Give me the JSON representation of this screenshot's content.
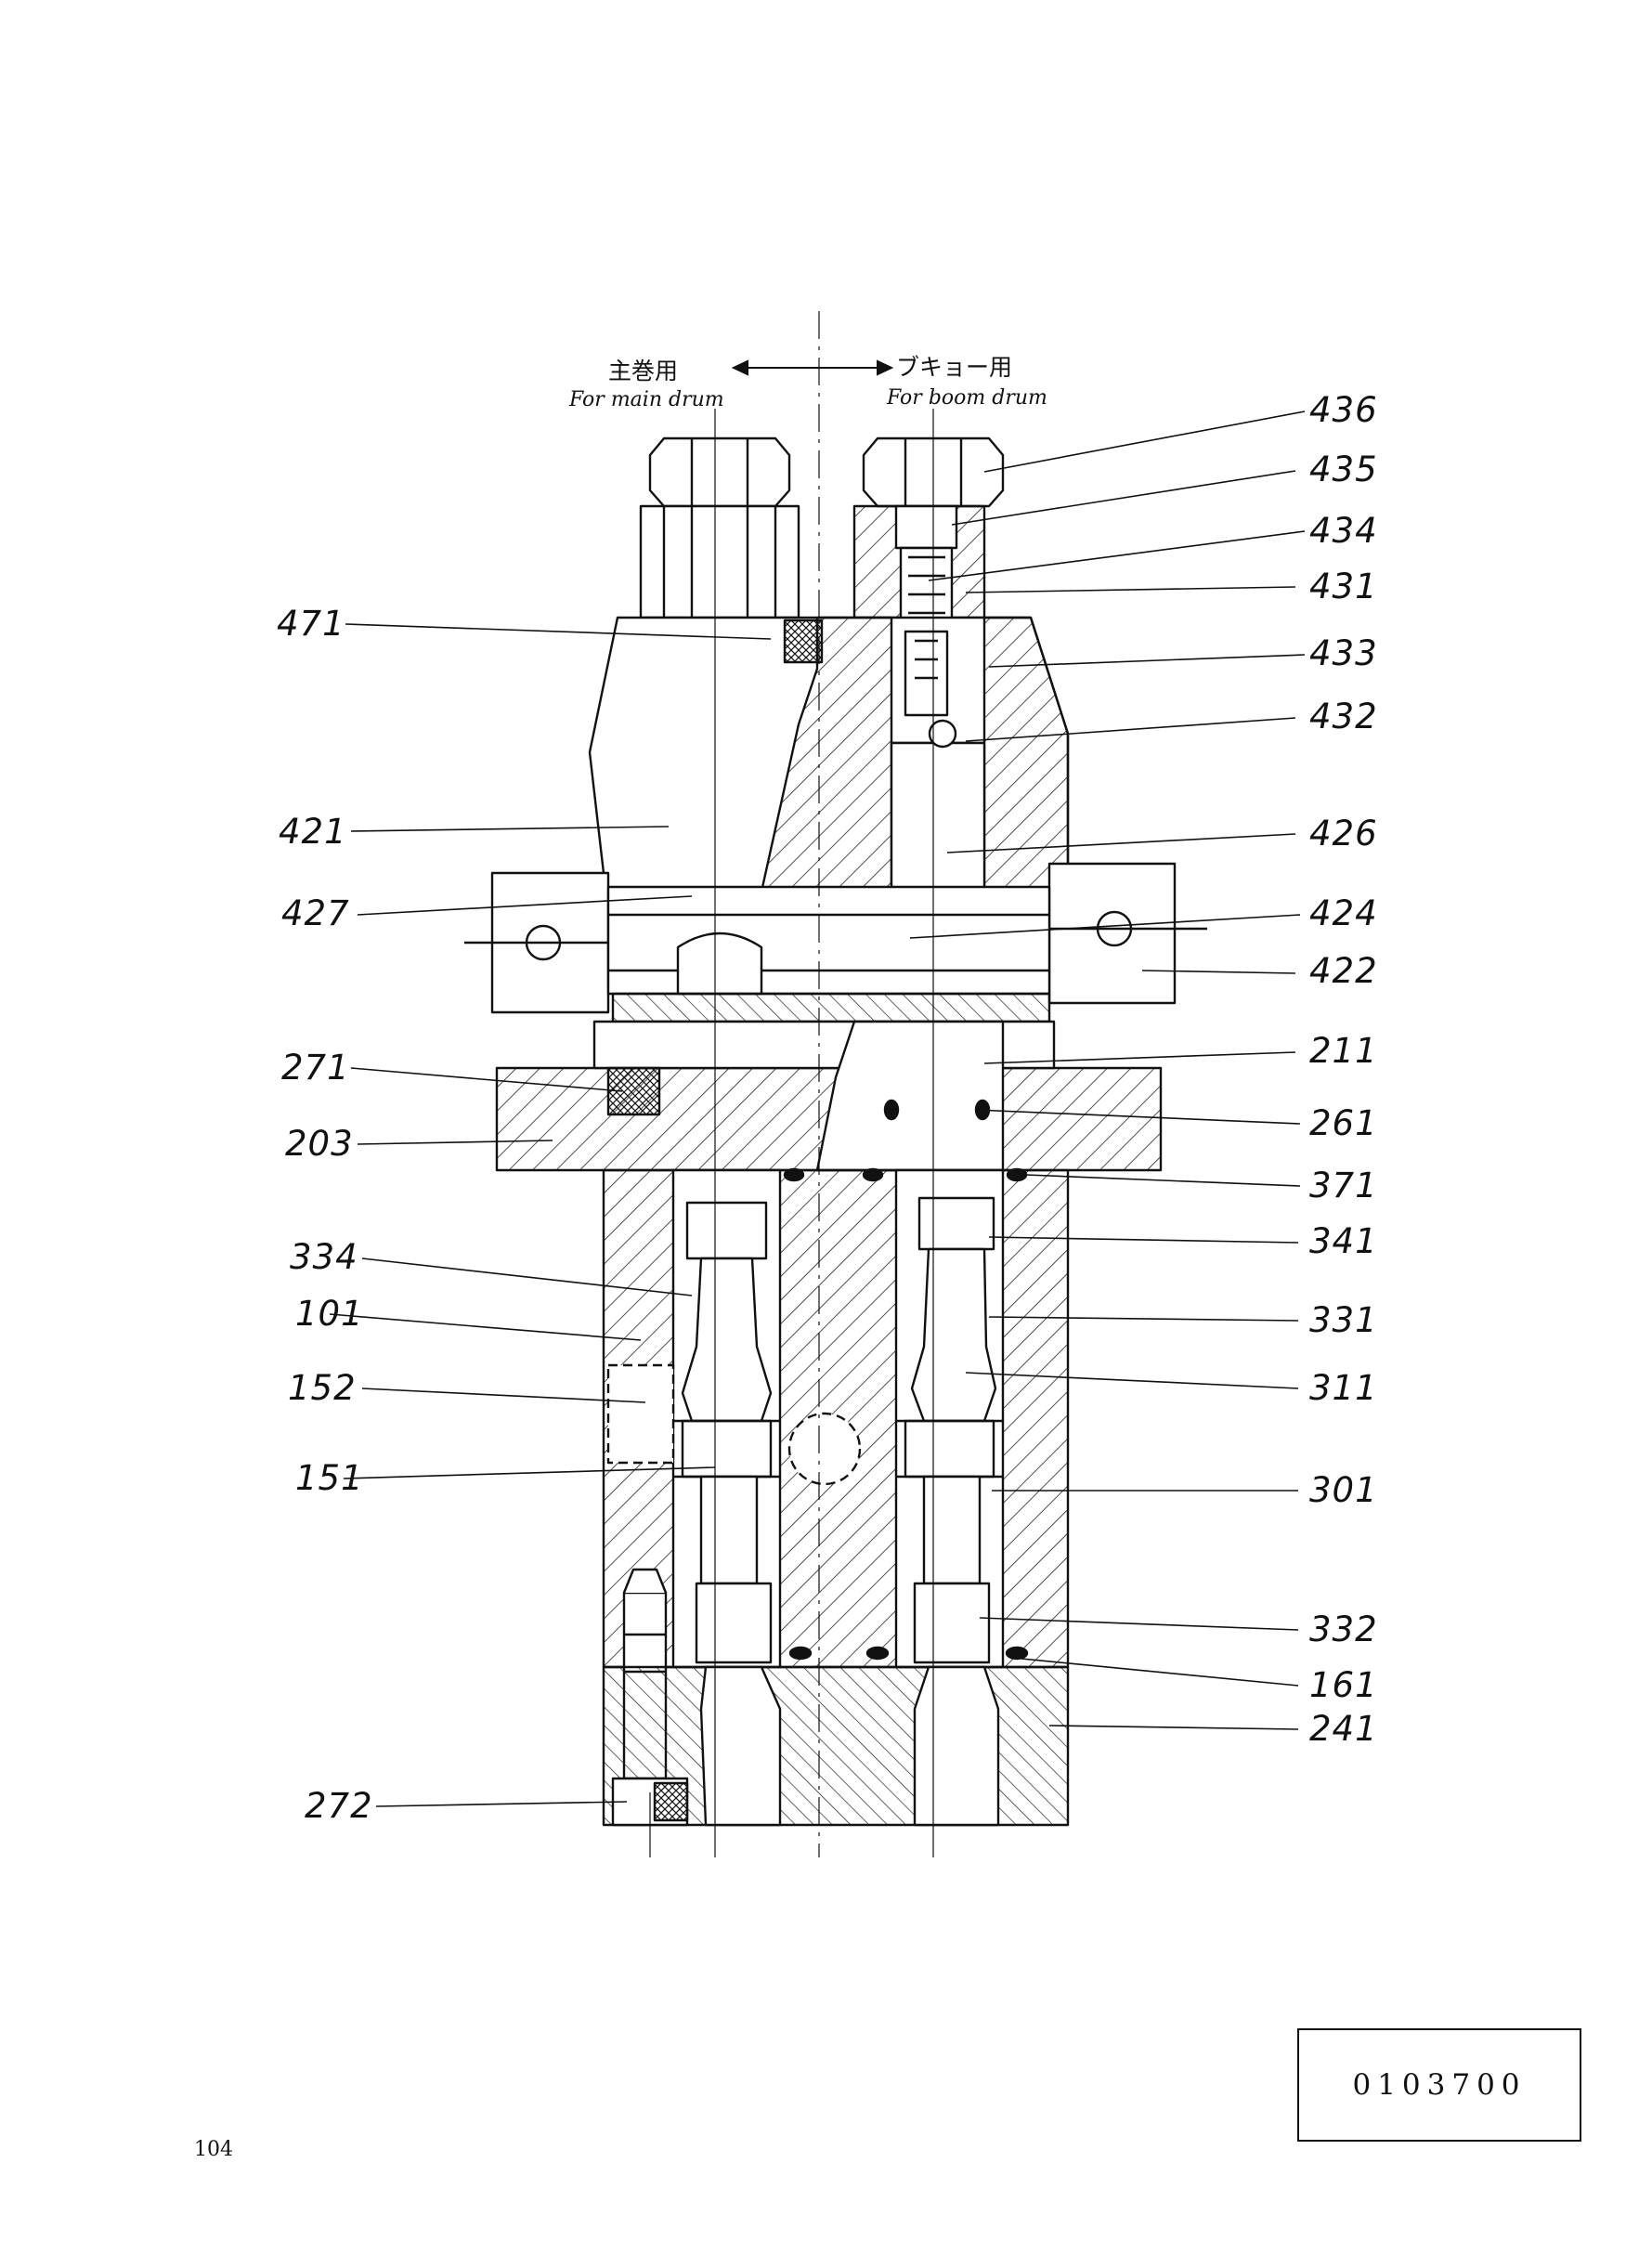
{
  "header": {
    "main_drum_jp": "主巻用",
    "boom_drum_jp": "ブキョー用",
    "main_drum_en": "For main drum",
    "boom_drum_en": "For boom drum"
  },
  "callouts": {
    "left": [
      "471",
      "421",
      "427",
      "271",
      "203",
      "334",
      "101",
      "152",
      "151",
      "272"
    ],
    "right": [
      "436",
      "435",
      "434",
      "431",
      "433",
      "432",
      "426",
      "424",
      "422",
      "211",
      "261",
      "371",
      "341",
      "331",
      "311",
      "301",
      "332",
      "161",
      "241"
    ]
  },
  "footer": {
    "drawing_number": "0103700",
    "page_number": "104"
  }
}
